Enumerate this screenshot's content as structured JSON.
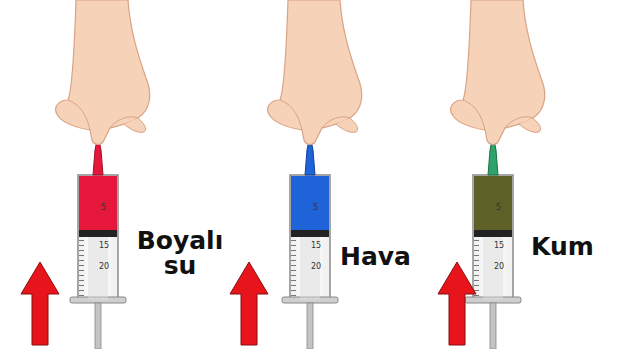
{
  "diagram": {
    "labels": [
      "Boyalı su",
      "5",
      "15",
      "20",
      "Hava",
      "5",
      "15",
      "20",
      "Kum",
      "5",
      "15",
      "20"
    ]
  }
}
